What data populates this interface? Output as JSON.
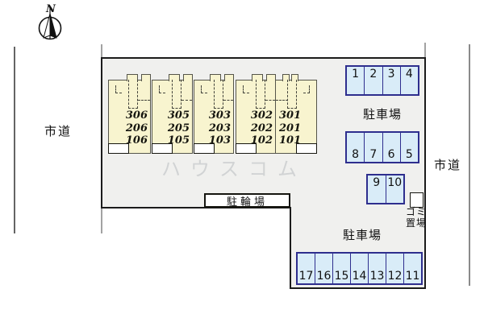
{
  "compass": {
    "north_label": "N"
  },
  "roads": {
    "left_label": "市道",
    "right_label": "市道"
  },
  "building": {
    "units": [
      {
        "rooms": [
          "306",
          "206",
          "106"
        ]
      },
      {
        "rooms": [
          "305",
          "205",
          "105"
        ]
      },
      {
        "rooms": [
          "303",
          "203",
          "103"
        ]
      },
      {
        "rooms": [
          "302",
          "202",
          "102"
        ]
      },
      {
        "rooms": [
          "301",
          "201",
          "101"
        ]
      }
    ]
  },
  "parking": {
    "area_label": "駐車場",
    "rows": {
      "r1": [
        "1",
        "2",
        "3",
        "4"
      ],
      "r2": [
        "8",
        "7",
        "6",
        "5"
      ],
      "r3": [
        "9",
        "10"
      ],
      "r4": [
        "17",
        "16",
        "15",
        "14",
        "13",
        "12",
        "11"
      ]
    }
  },
  "bicycle_parking_label": "駐輪場",
  "garbage_label": [
    "ゴミ",
    "置場"
  ],
  "watermark": "ハウスコム",
  "colors": {
    "site_fill": "#f0f0ee",
    "site_border": "#1b1b1b",
    "unit_fill": "#f8f4cf",
    "unit_border": "#55554a",
    "parking_fill": "#d9ecf8",
    "parking_border": "#2e2e8e",
    "road_line": "#8a8a8a"
  }
}
